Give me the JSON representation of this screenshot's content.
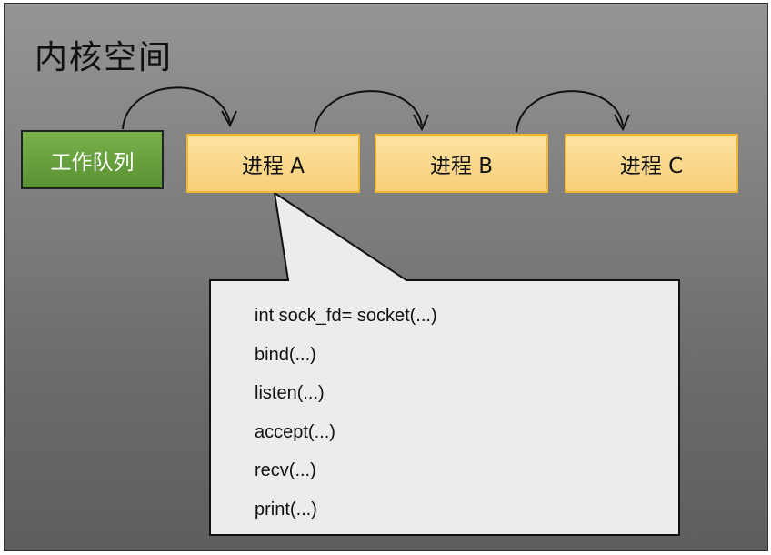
{
  "title": "内核空间",
  "work_queue": "工作队列",
  "processes": [
    "进程 A",
    "进程 B",
    "进程 C"
  ],
  "code_lines": [
    "int sock_fd= socket(...)",
    "bind(...)",
    "listen(...)",
    "accept(...)",
    "recv(...)",
    "print(...)"
  ]
}
